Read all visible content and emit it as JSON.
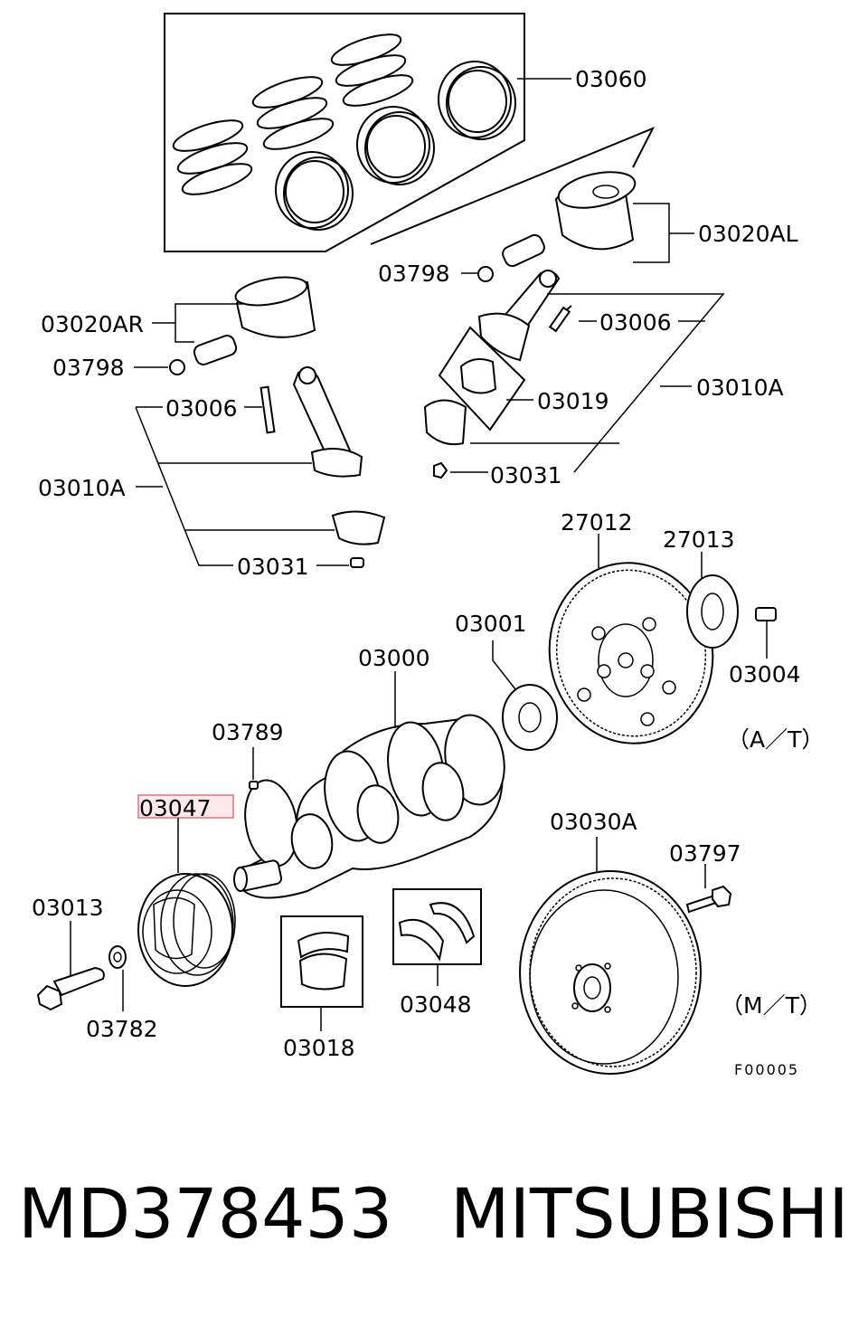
{
  "diagram": {
    "labels": {
      "piston_rings": "03060",
      "piston_left": "03020AL",
      "pin_clip_upper": "03798",
      "piston_right": "03020AR",
      "pin_clip_lower": "03798",
      "rod_bolt_upper": "03006",
      "rod_bolt_lower": "03006",
      "rod_bearing": "03019",
      "conrod_upper": "03010A",
      "conrod_lower": "03010A",
      "rod_nut_upper": "03031",
      "rod_nut_lower": "03031",
      "ring_gear_plate": "27012",
      "adapter_plate": "27013",
      "flywheel_bolt_at": "03004",
      "spacer_plate": "03001",
      "crankshaft": "03000",
      "key": "03789",
      "damper_pulley": "03047",
      "crank_bolt": "03013",
      "washer": "03782",
      "main_bearing": "03018",
      "thrust_bearing": "03048",
      "flywheel_mt": "03030A",
      "flywheel_bolt_mt": "03797"
    },
    "variant_at": "（A／T）",
    "variant_mt": "（M／T）",
    "figure_ref": "F00005",
    "highlight_color": "#e8a0a8"
  },
  "caption": {
    "part_number": "MD378453",
    "brand": "MITSUBISHI"
  }
}
